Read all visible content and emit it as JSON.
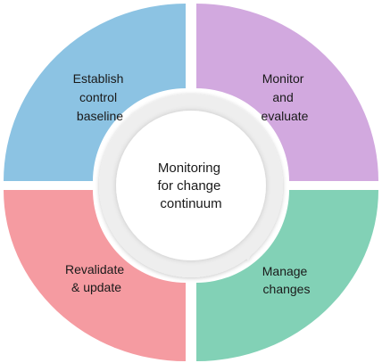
{
  "diagram": {
    "center": {
      "lines": [
        "Monitoring",
        "for change",
        "continuum"
      ]
    },
    "quadrants": [
      {
        "id": "top-left",
        "color": "#8cc3e3",
        "lines": [
          "Establish",
          "control",
          "baseline"
        ]
      },
      {
        "id": "top-right",
        "color": "#d2a9df",
        "lines": [
          "Monitor",
          "and",
          "evaluate"
        ]
      },
      {
        "id": "bottom-right",
        "color": "#82d1b6",
        "lines": [
          "Manage",
          "changes"
        ]
      },
      {
        "id": "bottom-left",
        "color": "#f59ba1",
        "lines": [
          "Revalidate",
          "& update"
        ]
      }
    ]
  }
}
